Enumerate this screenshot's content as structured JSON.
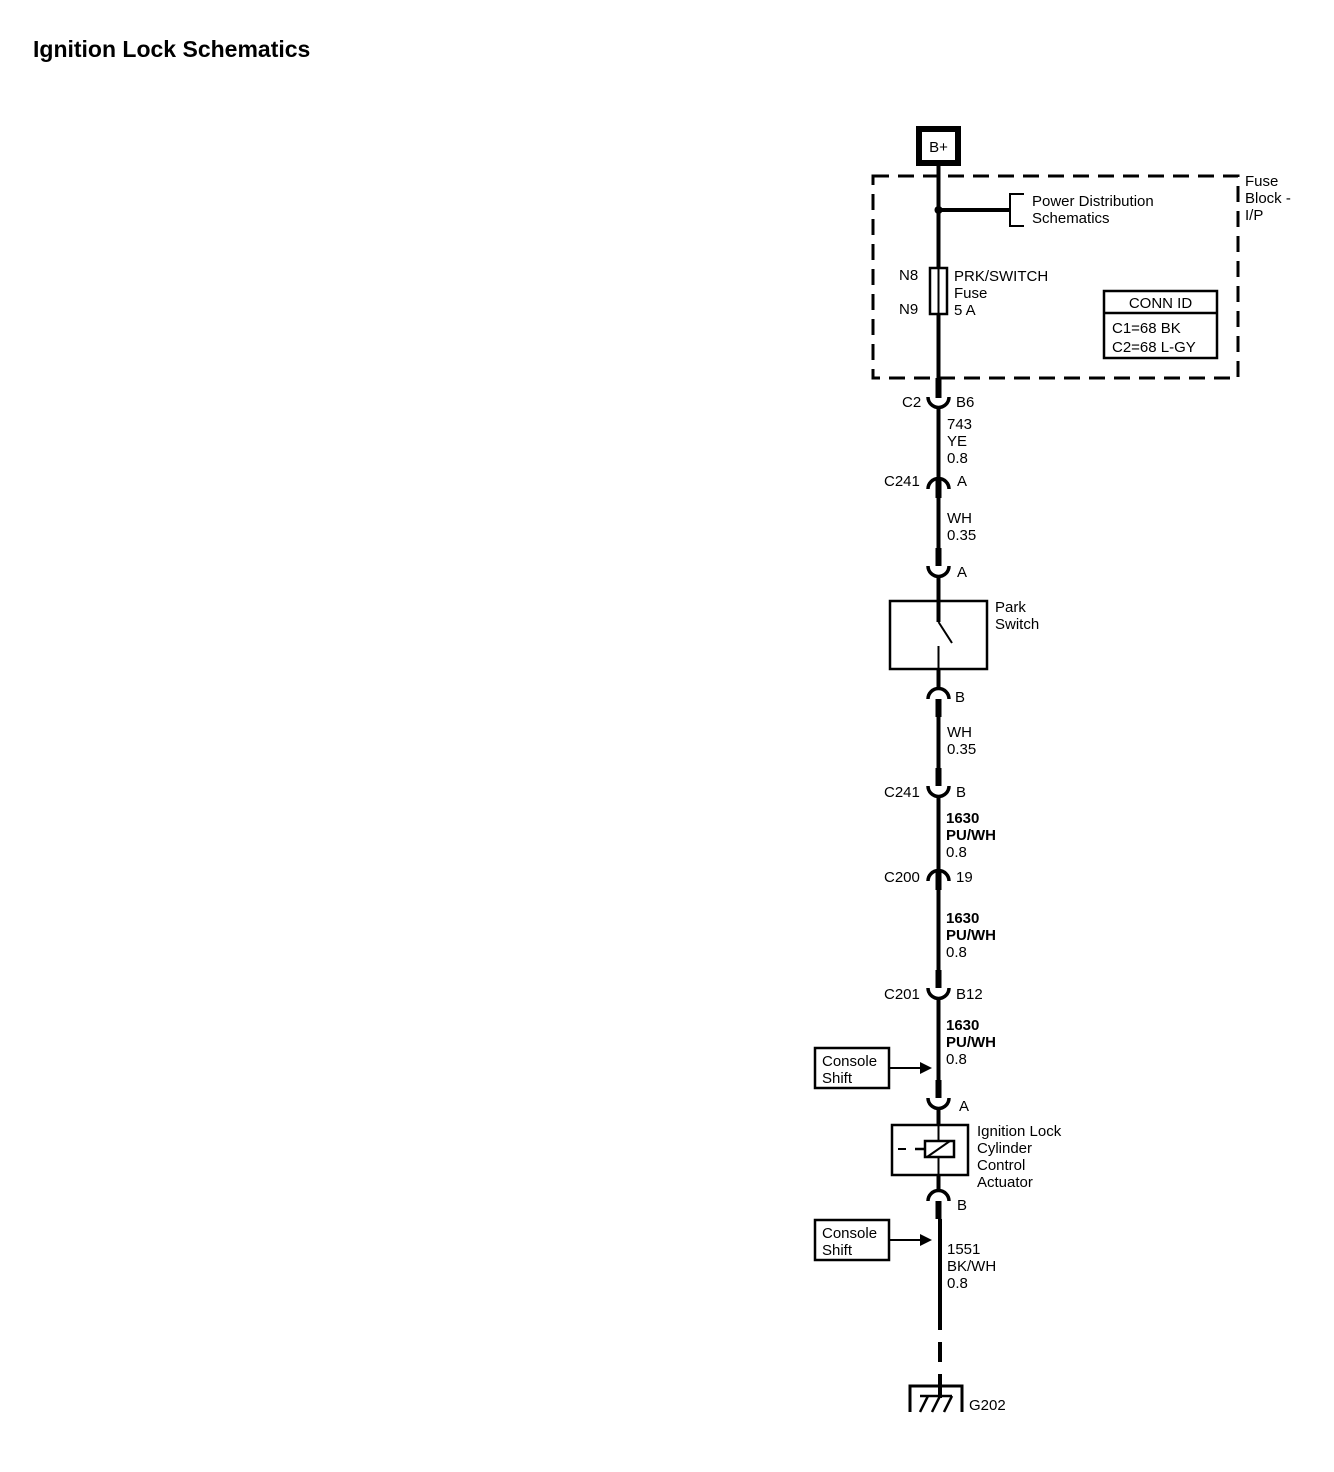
{
  "title": "Ignition Lock Schematics",
  "power_source": "B+",
  "fuse_block": {
    "line1": "Fuse",
    "line2": "Block -",
    "line3": "I/P"
  },
  "power_distribution": {
    "line1": "Power Distribution",
    "line2": "Schematics"
  },
  "fuse": {
    "pin_in": "N8",
    "pin_out": "N9",
    "name": "PRK/SWITCH",
    "type": "Fuse",
    "rating": "5 A"
  },
  "conn_id": {
    "header": "CONN ID",
    "c1": "C1=68 BK",
    "c2": "C2=68 L-GY"
  },
  "connectors": {
    "c2": {
      "name": "C2",
      "pin": "B6"
    },
    "c241a": {
      "name": "C241",
      "pin": "A"
    },
    "park_a": {
      "pin": "A"
    },
    "park_b": {
      "pin": "B"
    },
    "c241b": {
      "name": "C241",
      "pin": "B"
    },
    "c200": {
      "name": "C200",
      "pin": "19"
    },
    "c201": {
      "name": "C201",
      "pin": "B12"
    },
    "act_a": {
      "pin": "A"
    },
    "act_b": {
      "pin": "B"
    }
  },
  "wires": {
    "w1": {
      "circuit": "743",
      "color": "YE",
      "size": "0.8"
    },
    "w2": {
      "color": "WH",
      "size": "0.35"
    },
    "w3": {
      "color": "WH",
      "size": "0.35"
    },
    "w4": {
      "circuit": "1630",
      "color": "PU/WH",
      "size": "0.8"
    },
    "w5": {
      "circuit": "1630",
      "color": "PU/WH",
      "size": "0.8"
    },
    "w6": {
      "circuit": "1630",
      "color": "PU/WH",
      "size": "0.8"
    },
    "w7": {
      "circuit": "1551",
      "color": "BK/WH",
      "size": "0.8"
    }
  },
  "park_switch": {
    "line1": "Park",
    "line2": "Switch"
  },
  "actuator": {
    "line1": "Ignition Lock",
    "line2": "Cylinder",
    "line3": "Control",
    "line4": "Actuator"
  },
  "console_shift_1": {
    "line1": "Console",
    "line2": "Shift"
  },
  "console_shift_2": {
    "line1": "Console",
    "line2": "Shift"
  },
  "ground": "G202"
}
